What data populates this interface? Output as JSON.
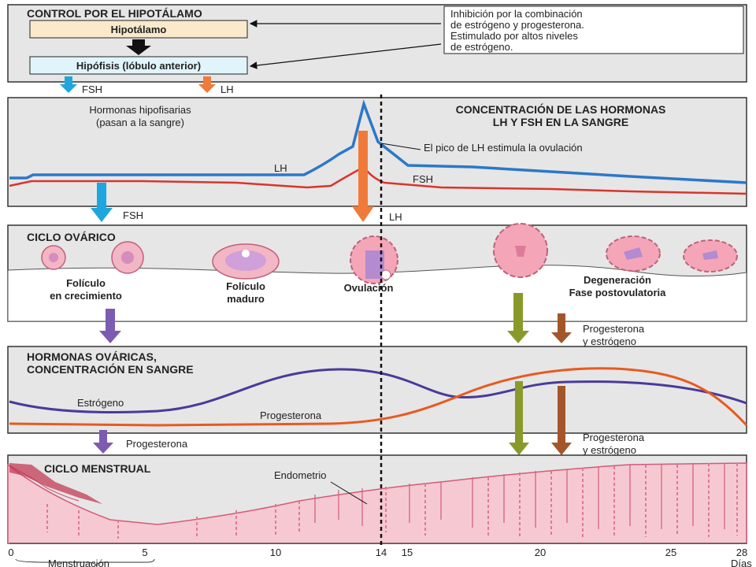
{
  "hypothalamus_section": {
    "title": "CONTROL POR EL HIPOTÁLAMO",
    "hypothalamus": "Hipotálamo",
    "pituitary": "Hipófisis (lóbulo anterior)",
    "note_line1": "Inhibición por la combinación",
    "note_line2": "de estrógeno y progesterona.",
    "note_line3": "Estimulado por altos niveles",
    "note_line4": "de estrógeno.",
    "fsh": "FSH",
    "lh": "LH"
  },
  "pituitary_hormones": {
    "label_line1": "Hormonas hipofisarias",
    "label_line2": "(pasan a la sangre)",
    "title_line1": "CONCENTRACIÓN DE LAS HORMONAS",
    "title_line2": "LH Y FSH EN LA SANGRE",
    "lh_peak_note": "El pico de LH estimula la ovulación",
    "lh": "LH",
    "fsh": "FSH",
    "fsh_arrow": "FSH",
    "lh_arrow": "LH"
  },
  "ovarian_cycle": {
    "title": "CICLO OVÁRICO",
    "growing_line1": "Folículo",
    "growing_line2": "en crecimiento",
    "mature_line1": "Folículo",
    "mature_line2": "maduro",
    "ovulation": "Ovulación",
    "degeneration_line1": "Degeneración",
    "degeneration_line2": "Fase postovulatoria",
    "side_line1": "Progesterona",
    "side_line2": "y estrógeno"
  },
  "ovarian_hormones": {
    "title_line1": "HORMONAS OVÁRICAS,",
    "title_line2": "CONCENTRACIÓN EN SANGRE",
    "estrogen": "Estrógeno",
    "progesterone": "Progesterona",
    "arrow_label": "Progesterona",
    "side_line1": "Progesterona",
    "side_line2": "y estrógeno"
  },
  "menstrual_cycle": {
    "title": "CICLO MENSTRUAL",
    "endometrium": "Endometrio"
  },
  "axis": {
    "ticks": [
      "0",
      "5",
      "10",
      "14",
      "15",
      "20",
      "25",
      "28"
    ],
    "unit": "Días",
    "menstruation": "Menstruación"
  },
  "colors": {
    "lh": "#2b78c8",
    "fsh": "#d9352b",
    "estrogen": "#4a3a9a",
    "progesterone": "#e85a20",
    "fsh_arrow": "#1ea6df",
    "lh_arrow": "#f07a3a",
    "ovarian_arrow": "#7b5cb0",
    "olive_arrow": "#8a9a2a",
    "brown_arrow": "#a4562a"
  }
}
